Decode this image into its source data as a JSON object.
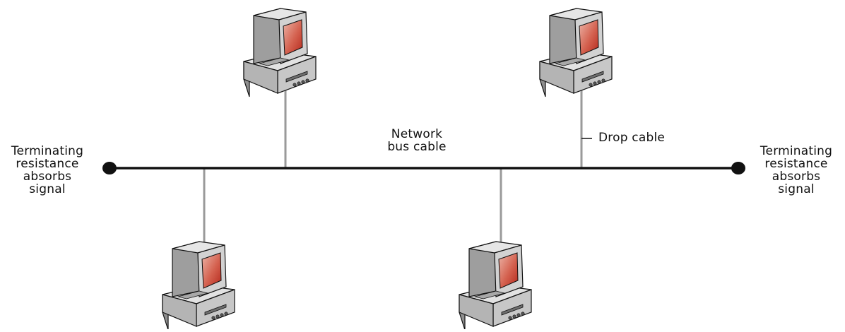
{
  "diagram": {
    "left_terminator_label": "Terminating\nresistance\nabsorbs\nsignal",
    "right_terminator_label": "Terminating\nresistance\nabsorbs\nsignal",
    "bus_label": "Network\nbus cable",
    "drop_label": "Drop cable"
  },
  "colors": {
    "line": "#111111",
    "drop_cable": "#9a9a9a",
    "case_light": "#e6e6e6",
    "case_mid": "#c4c4c4",
    "case_dark": "#8f8f8f",
    "screen_light": "#ecb5a8",
    "screen_dark": "#b4281c"
  },
  "icons": {
    "computer": "computer-icon",
    "terminator": "terminator-dot"
  }
}
